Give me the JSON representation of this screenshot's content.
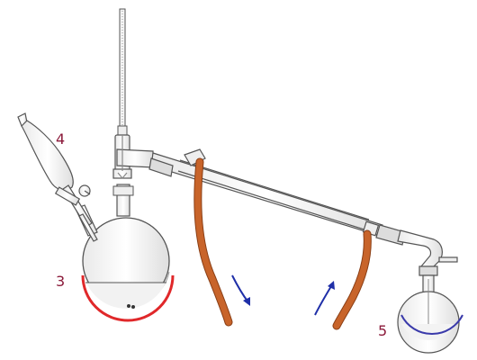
{
  "labels": {
    "heating_mantle": "3",
    "dropping_funnel": "4",
    "receiver": "5"
  },
  "colors": {
    "glass_outline": "#555555",
    "tubing": "#c8642a",
    "tubing_outline": "#8a3f16",
    "heating_mantle": "#e0282a",
    "receiver_bath": "#3a3aaa",
    "label_text": "#8b1a3a",
    "flow_arrow": "#1f2fa8"
  },
  "icons": {
    "water_out_arrow": "curved-arrow-down-icon",
    "water_in_arrow": "curved-arrow-up-icon"
  }
}
